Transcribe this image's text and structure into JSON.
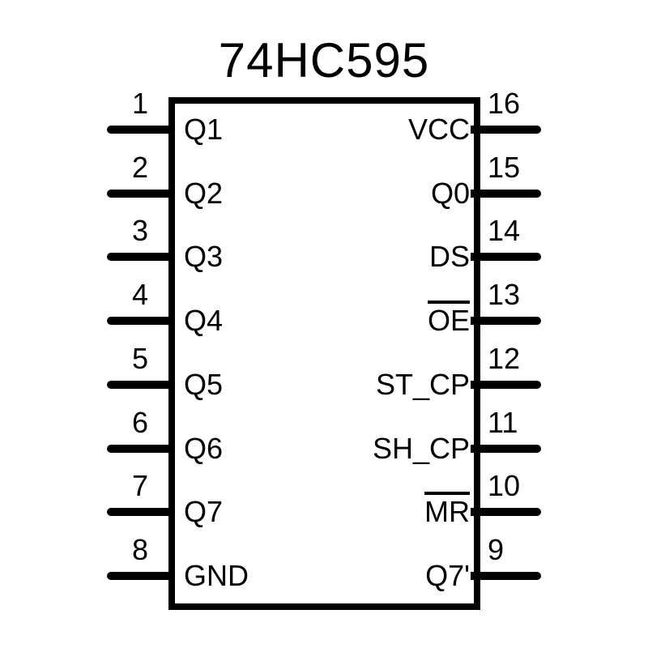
{
  "title": "74HC595",
  "colors": {
    "ink": "#000000",
    "background": "#ffffff"
  },
  "chip": {
    "left_pins": [
      {
        "number": "1",
        "label": "Q1",
        "overline": false
      },
      {
        "number": "2",
        "label": "Q2",
        "overline": false
      },
      {
        "number": "3",
        "label": "Q3",
        "overline": false
      },
      {
        "number": "4",
        "label": "Q4",
        "overline": false
      },
      {
        "number": "5",
        "label": "Q5",
        "overline": false
      },
      {
        "number": "6",
        "label": "Q6",
        "overline": false
      },
      {
        "number": "7",
        "label": "Q7",
        "overline": false
      },
      {
        "number": "8",
        "label": "GND",
        "overline": false
      }
    ],
    "right_pins": [
      {
        "number": "16",
        "label": "VCC",
        "overline": false
      },
      {
        "number": "15",
        "label": "Q0",
        "overline": false
      },
      {
        "number": "14",
        "label": "DS",
        "overline": false
      },
      {
        "number": "13",
        "label": "OE",
        "overline": true
      },
      {
        "number": "12",
        "label": "ST_CP",
        "overline": false
      },
      {
        "number": "11",
        "label": "SH_CP",
        "overline": false
      },
      {
        "number": "10",
        "label": "MR",
        "overline": true
      },
      {
        "number": "9",
        "label": "Q7'",
        "overline": false
      }
    ]
  }
}
